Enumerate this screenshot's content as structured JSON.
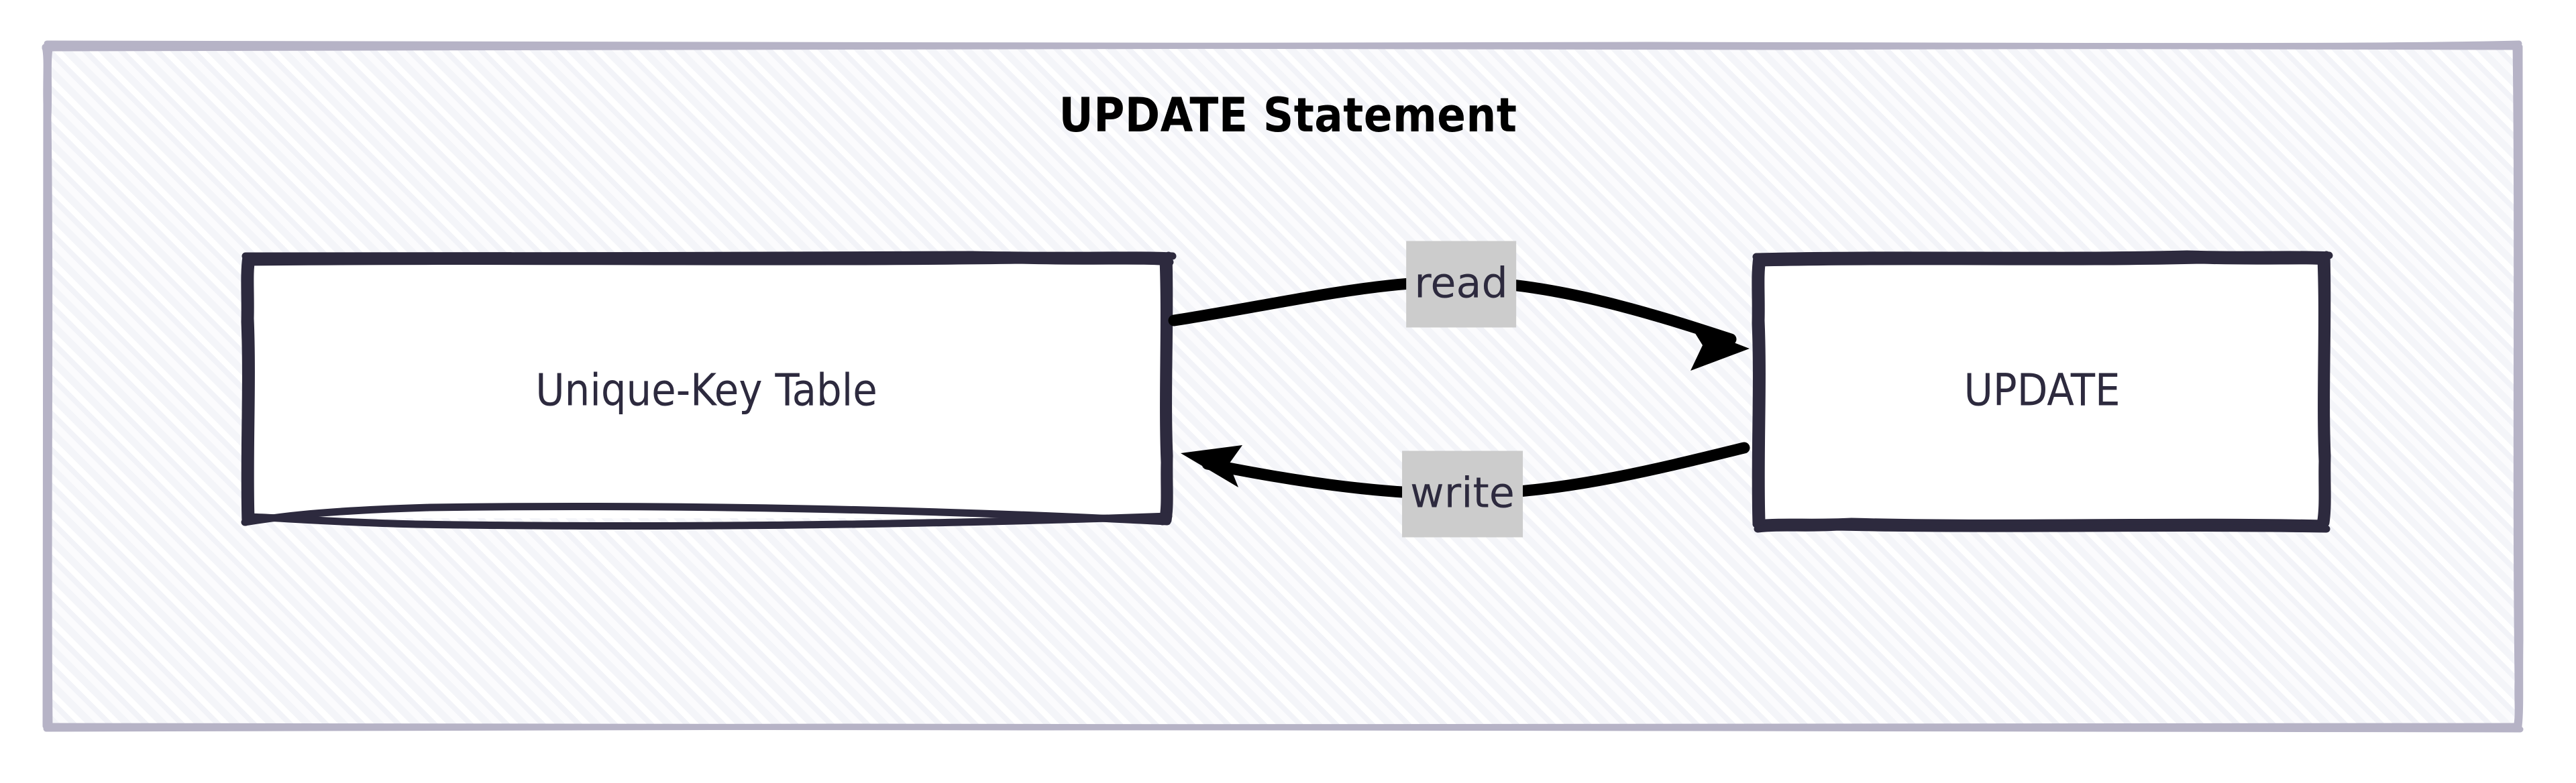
{
  "diagram": {
    "type": "flowchart",
    "direction": "left-to-right",
    "subgraph": {
      "title": "UPDATE Statement",
      "border_color": "#b6b3c6",
      "fill_color": "#f5f6fa",
      "style": "hand-drawn-hatched"
    },
    "nodes": [
      {
        "id": "unique-key-table",
        "label": "Unique-Key Table",
        "shape": "rectangle",
        "fill_color": "#ffffff",
        "stroke_color": "#2d2a3e",
        "text_color": "#2d2a3e"
      },
      {
        "id": "update",
        "label": "UPDATE",
        "shape": "rectangle",
        "fill_color": "#ffffff",
        "stroke_color": "#2d2a3e",
        "text_color": "#2d2a3e"
      }
    ],
    "edges": [
      {
        "id": "edge-read",
        "from": "unique-key-table",
        "to": "update",
        "label": "read",
        "arrow": "end",
        "stroke_color": "#000000",
        "label_bg_color": "#cccccc"
      },
      {
        "id": "edge-write",
        "from": "update",
        "to": "unique-key-table",
        "label": "write",
        "arrow": "end",
        "stroke_color": "#000000",
        "label_bg_color": "#cccccc"
      }
    ]
  }
}
